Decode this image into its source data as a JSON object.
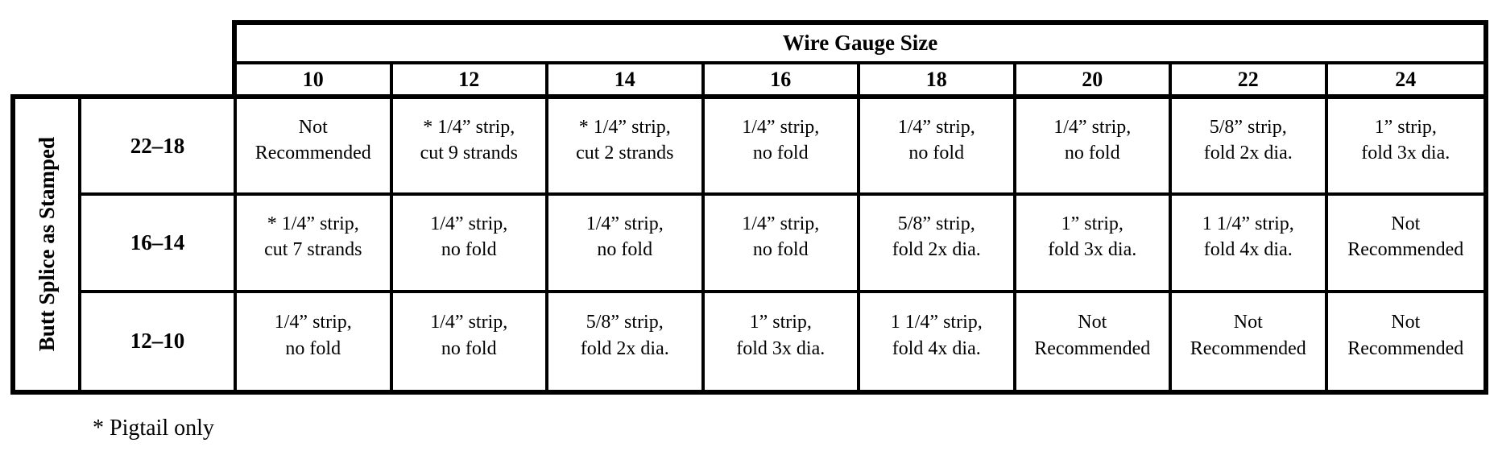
{
  "table": {
    "header_title": "Wire Gauge Size",
    "column_headers": [
      "10",
      "12",
      "14",
      "16",
      "18",
      "20",
      "22",
      "24"
    ],
    "side_label": "Butt Splice as Stamped",
    "rows": [
      {
        "label": "22–18",
        "cells": [
          "Not\nRecommended",
          "* 1/4” strip,\ncut 9 strands",
          "* 1/4” strip,\ncut 2 strands",
          "1/4” strip,\nno fold",
          "1/4” strip,\nno fold",
          "1/4” strip,\nno fold",
          "5/8” strip,\nfold 2x dia.",
          "1” strip,\nfold 3x dia."
        ]
      },
      {
        "label": "16–14",
        "cells": [
          "* 1/4” strip,\ncut 7 strands",
          "1/4” strip,\nno fold",
          "1/4” strip,\nno fold",
          "1/4” strip,\nno fold",
          "5/8” strip,\nfold 2x dia.",
          "1” strip,\nfold 3x dia.",
          "1 1/4” strip,\nfold 4x dia.",
          "Not\nRecommended"
        ]
      },
      {
        "label": "12–10",
        "cells": [
          "1/4” strip,\nno fold",
          "1/4” strip,\nno fold",
          "5/8” strip,\nfold 2x dia.",
          "1” strip,\nfold 3x dia.",
          "1 1/4” strip,\nfold 4x dia.",
          "Not\nRecommended",
          "Not\nRecommended",
          "Not\nRecommended"
        ]
      }
    ],
    "footnote": "* Pigtail only"
  },
  "colors": {
    "border": "#000000",
    "background": "#ffffff",
    "text": "#000000"
  }
}
